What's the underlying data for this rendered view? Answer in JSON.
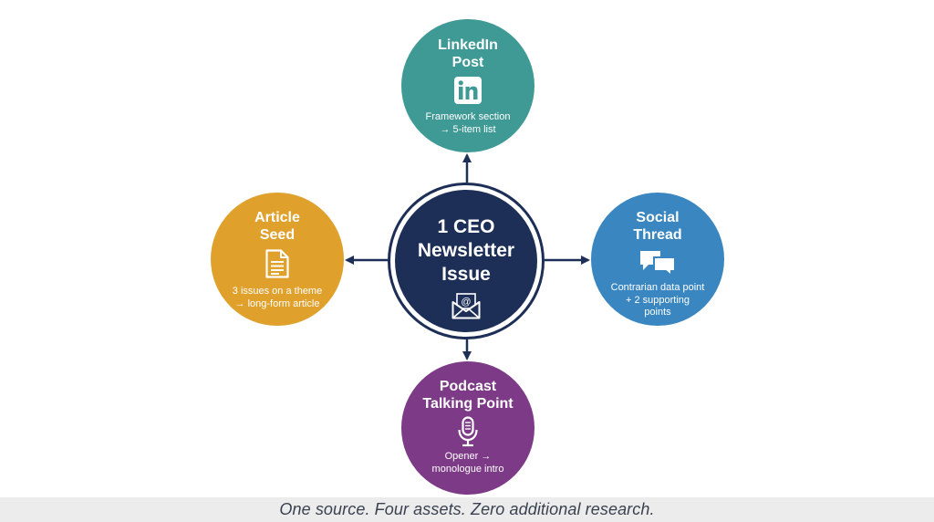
{
  "center": {
    "title": "1 CEO\nNewsletter\nIssue",
    "icon": "email-envelope-icon"
  },
  "nodes": {
    "top": {
      "title": "LinkedIn\nPost",
      "desc": "Framework section\n→ 5-item list",
      "icon": "linkedin-icon",
      "color": "#3f9a96"
    },
    "left": {
      "title": "Article\nSeed",
      "desc": "3 issues on a theme\n→ long-form article",
      "icon": "document-icon",
      "color": "#dfa02c"
    },
    "right": {
      "title": "Social\nThread",
      "desc": "Contrarian data point\n+ 2 supporting\npoints",
      "icon": "chat-bubbles-icon",
      "color": "#3a86c1"
    },
    "bottom": {
      "title": "Podcast\nTalking Point",
      "desc": "Opener →\nmonologue intro",
      "icon": "microphone-icon",
      "color": "#7d3a86"
    }
  },
  "center_color": "#1d2f57",
  "caption": "One source. Four assets. Zero additional research."
}
